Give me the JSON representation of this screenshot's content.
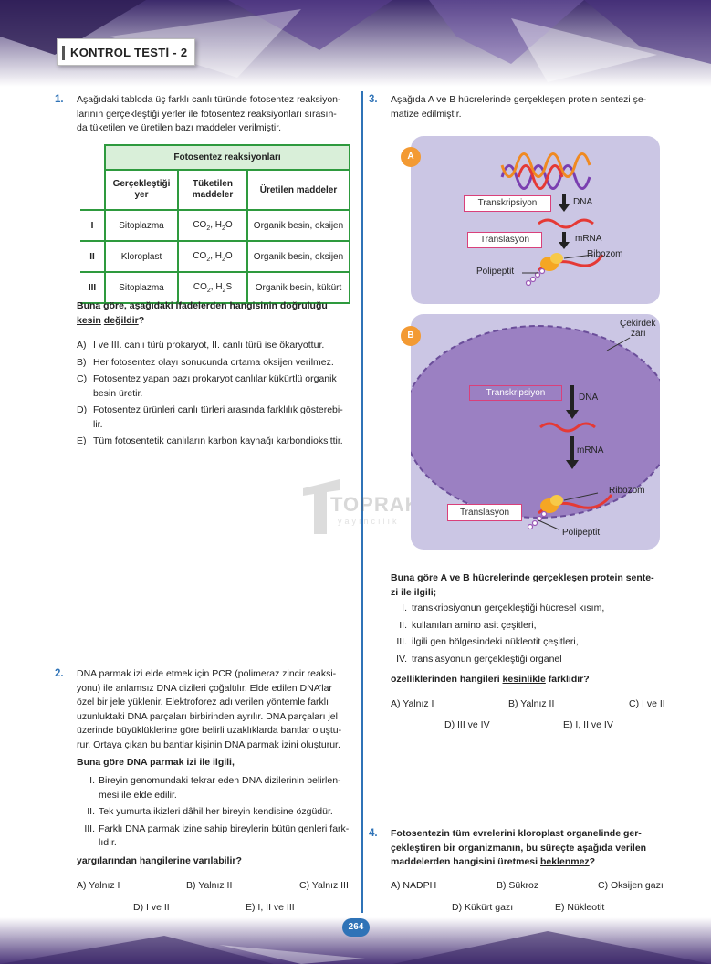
{
  "header": {
    "test_title": "KONTROL TESTİ - 2"
  },
  "page_number": "264",
  "watermark": "TOPRAK yayıncılık",
  "q1": {
    "number": "1.",
    "intro": [
      "Aşağıdaki tabloda üç farklı canlı türünde fotosentez reaksiyon-",
      "larının gerçekleştiği yerler ile fotosentez reaksiyonları sırasın-",
      "da tüketilen ve üretilen bazı maddeler verilmiştir."
    ],
    "table": {
      "group_header": "Fotosentez reaksiyonları",
      "col1": [
        "Gerçekleştiği",
        "yer"
      ],
      "col2": [
        "Tüketilen",
        "maddeler"
      ],
      "col3": "Üretilen maddeler",
      "rows": [
        {
          "id": "I",
          "place": "Sitoplazma",
          "c1": "CO",
          "c1s": "2",
          "c2": ", H",
          "c2s": "2",
          "c3": "O",
          "produced": "Organik besin, oksijen"
        },
        {
          "id": "II",
          "place": "Kloroplast",
          "c1": "CO",
          "c1s": "2",
          "c2": ", H",
          "c2s": "2",
          "c3": "O",
          "produced": "Organik besin, oksijen"
        },
        {
          "id": "III",
          "place": "Sitoplazma",
          "c1": "CO",
          "c1s": "2",
          "c2": ", H",
          "c2s": "2",
          "c3": "S",
          "produced": "Organik besin, kükürt"
        }
      ]
    },
    "stem1": "Buna göre, aşağıdaki ifadelerden hangisinin doğruluğu",
    "stem2a": "kesin",
    "stem2b": "değildir",
    "stem2c": "?",
    "options": [
      {
        "letter": "A)",
        "lines": [
          "I ve III. canlı türü prokaryot, II. canlı türü ise ökaryottur."
        ]
      },
      {
        "letter": "B)",
        "lines": [
          "Her fotosentez olayı sonucunda ortama oksijen verilmez."
        ]
      },
      {
        "letter": "C)",
        "lines": [
          "Fotosentez yapan bazı prokaryot canlılar kükürtlü organik",
          "besin üretir."
        ]
      },
      {
        "letter": "D)",
        "lines": [
          "Fotosentez ürünleri canlı türleri arasında farklılık gösterebi-",
          "lir."
        ]
      },
      {
        "letter": "E)",
        "lines": [
          "Tüm fotosentetik canlıların karbon kaynağı karbondioksittir."
        ]
      }
    ]
  },
  "q2": {
    "number": "2.",
    "intro": [
      "DNA parmak izi elde etmek için PCR (polimeraz zincir reaksi-",
      "yonu) ile anlamsız DNA dizileri çoğaltılır. Elde edilen DNA’lar",
      "özel bir jele yüklenir. Elektroforez adı verilen yöntemle farklı",
      "uzunluktaki DNA parçaları birbirinden ayrılır. DNA parçaları jel",
      "üzerinde büyüklüklerine göre belirli uzaklıklarda bantlar oluştu-",
      "rur. Ortaya çıkan bu bantlar kişinin DNA parmak izini oluşturur."
    ],
    "stem": "Buna göre DNA parmak izi ile ilgili,",
    "items": [
      {
        "n": "I.",
        "lines": [
          "Bireyin genomundaki tekrar eden DNA dizilerinin belirlen-",
          "mesi ile elde edilir."
        ]
      },
      {
        "n": "II.",
        "lines": [
          "Tek yumurta ikizleri dâhil her bireyin kendisine özgüdür."
        ]
      },
      {
        "n": "III.",
        "lines": [
          "Farklı DNA parmak izine sahip bireylerin bütün genleri fark-",
          "lıdır."
        ]
      }
    ],
    "question": "yargılarından hangilerine varılabilir?",
    "options": {
      "A": "A) Yalnız I",
      "B": "B) Yalnız II",
      "C": "C) Yalnız III",
      "D": "D) I ve II",
      "E": "E) I, II ve III"
    }
  },
  "q3": {
    "number": "3.",
    "intro": [
      "Aşağıda A ve B hücrelerinde gerçekleşen protein sentezi şe-",
      "matize edilmiştir."
    ],
    "diagram": {
      "a_badge": "A",
      "b_badge": "B",
      "transkripsiyon": "Transkripsiyon",
      "translasyon": "Translasyon",
      "dna": "DNA",
      "mrna": "mRNA",
      "ribozom": "Ribozom",
      "polipeptit": "Polipeptit",
      "cekirdek1": "Çekirdek",
      "cekirdek2": "zarı"
    },
    "stem1": "Buna göre A ve B hücrelerinde gerçekleşen protein sente-",
    "stem2": "zi ile ilgili;",
    "items": [
      {
        "n": "I.",
        "t": "transkripsiyonun gerçekleştiği hücresel kısım,"
      },
      {
        "n": "II.",
        "t": "kullanılan amino asit çeşitleri,"
      },
      {
        "n": "III.",
        "t": "ilgili gen bölgesindeki nükleotit çeşitleri,"
      },
      {
        "n": "IV.",
        "t": "translasyonun gerçekleştiği organel"
      }
    ],
    "q_a": "özelliklerinden hangileri",
    "q_b": "kesinlikle",
    "q_c": "farklıdır?",
    "options": {
      "A": "A) Yalnız I",
      "B": "B) Yalnız II",
      "C": "C) I ve II",
      "D": "D) III ve IV",
      "E": "E) I, II ve IV"
    }
  },
  "q4": {
    "number": "4.",
    "l1": "Fotosentezin tüm evrelerini kloroplast organelinde ger-",
    "l2": "çekleştiren bir organizmanın, bu süreçte aşağıda verilen",
    "l3a": "maddelerden hangisini üretmesi",
    "l3b": "beklenmez",
    "l3c": "?",
    "options": {
      "A": "A) NADPH",
      "B": "B) Sükroz",
      "C": "C) Oksijen gazı",
      "D": "D) Kükürt gazı",
      "E": "E) Nükleotit"
    }
  }
}
